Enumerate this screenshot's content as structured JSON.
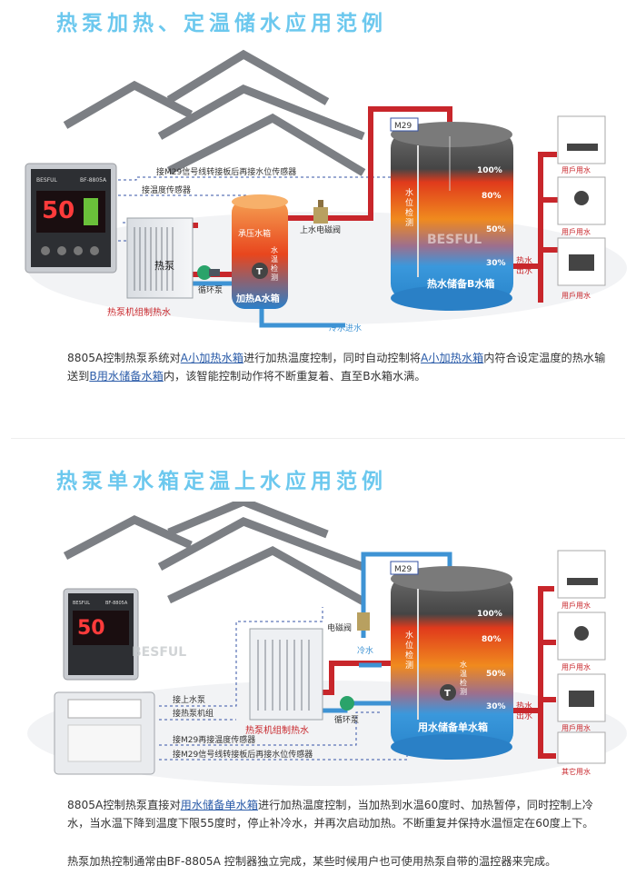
{
  "section1": {
    "title": "热泵加热、定温储水应用范例",
    "watermark": "BESFUL",
    "controller": {
      "display": "50",
      "brand": "BESFUL",
      "model": "BF-8805A"
    },
    "labels": {
      "m29_wire": "接M29信号线转接板后再接水位传感器",
      "temp_sensor": "接温度传感器",
      "heat_pump": "热泵",
      "heat_pump_group": "热泵机组制热水",
      "circ_pump": "循环泵",
      "tank_a_top": "承压水箱",
      "tank_a_sensor": "水\n温\n检\n测",
      "tank_a_name": "加热A水箱",
      "solenoid": "上水电磁阀",
      "cold_in": "冷水进水",
      "m29": "M29",
      "level": "水\n位\n检\n测",
      "tank_b_name": "热水储备B水箱",
      "hot_out": "热水\n出水",
      "user_water": "用戶用水"
    },
    "levels": [
      "100%",
      "80%",
      "50%",
      "30%"
    ],
    "caption_parts": [
      "8805A控制热泵系统对",
      "A小加热水箱",
      "进行加热温度控制，同时自动控制将",
      "A小加热水箱",
      "内符合设定温度的热水输送到",
      "B用水储备水箱",
      "内，该智能控制动作将不断重复着、直至B水箱水满。"
    ]
  },
  "section2": {
    "title": "热泵单水箱定温上水应用范例",
    "watermark": "BESFUL",
    "controller": {
      "display": "50",
      "brand": "BESFUL",
      "model": "BF-8805A"
    },
    "labels": {
      "conn_pump": "接上水泵",
      "conn_unit": "接热泵机组",
      "m29_temp": "接M29再接温度传感器",
      "m29_wire": "接M29信号线转接板后再接水位传感器",
      "heat_pump_group": "热泵机组制热水",
      "circ_pump": "循环泵",
      "solenoid": "电磁阀",
      "cold": "冷水",
      "m29": "M29",
      "level": "水\n位\n检\n测",
      "temp": "水\n温\n检\n测",
      "tank_name": "用水储备单水箱",
      "hot_out": "热水\n出水",
      "user_water": "用戶用水",
      "other_water": "其它用水"
    },
    "levels": [
      "100%",
      "80%",
      "50%",
      "30%"
    ],
    "caption_parts": [
      "8805A控制热泵直接对",
      "用水储备单水箱",
      "进行加热温度控制，当加热到水温60度时、加热暂停，同时控制上冷水，当水温下降到温度下限55度时，停止补冷水，并再次启动加热。不断重复并保持水温恒定在60度上下。"
    ],
    "caption_note": "热泵加热控制通常由BF-8805A 控制器独立完成，某些时候用户也可使用热泵自带的温控器来完成。"
  },
  "colors": {
    "title": "#6cc8ee",
    "hot": "#c8262b",
    "cold": "#3e93d4",
    "link": "#2a5ba8"
  }
}
